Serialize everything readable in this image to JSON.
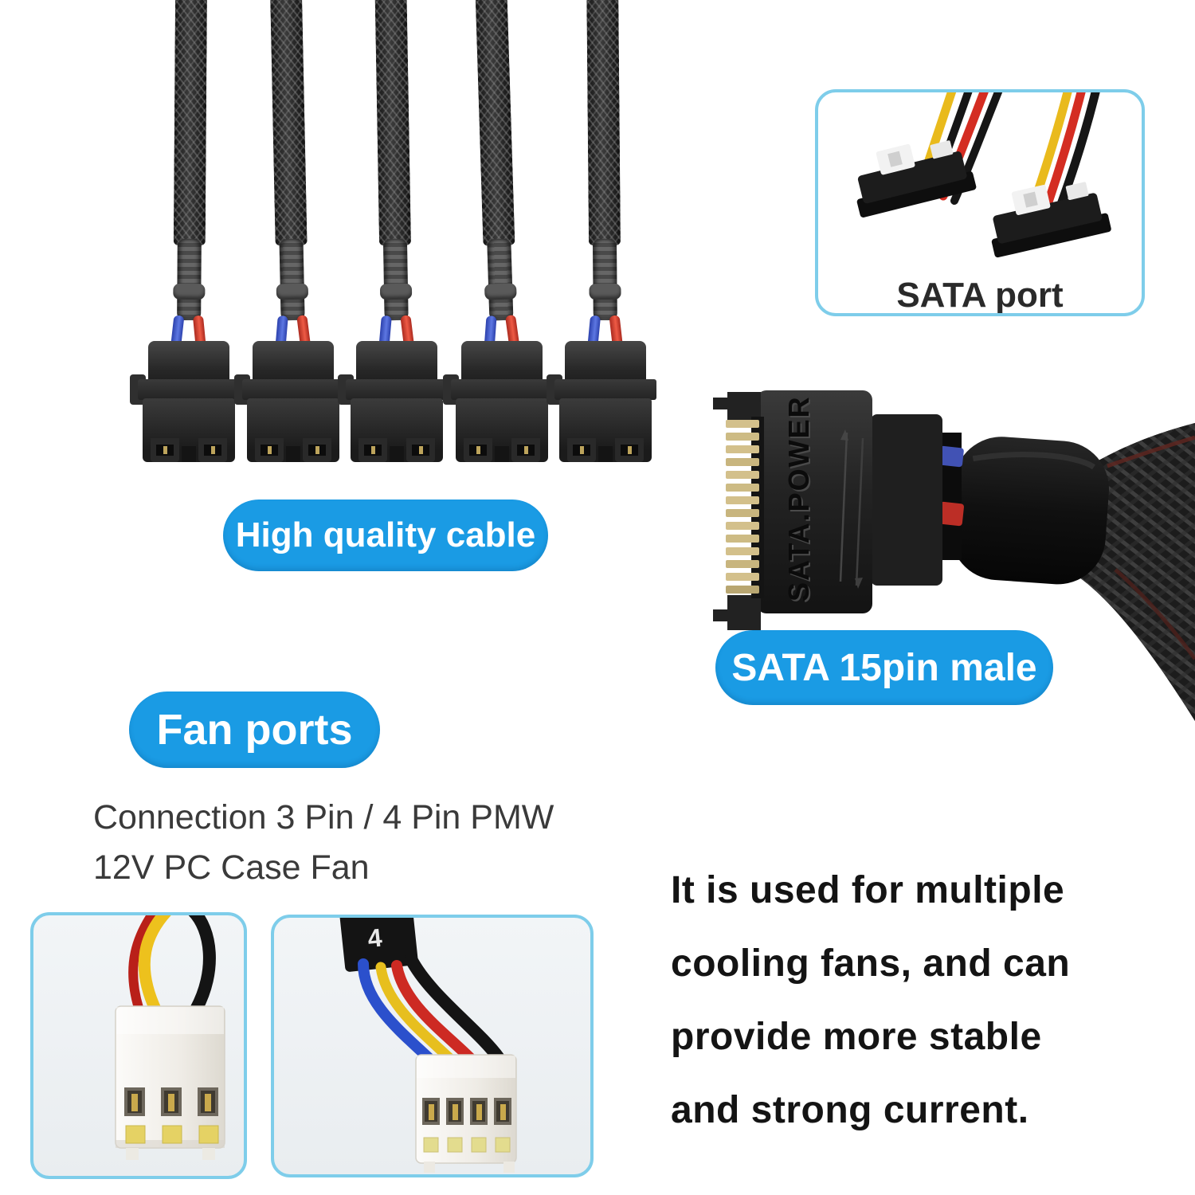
{
  "colors": {
    "accent_blue": "#1a9be4",
    "photo_border_blue": "#7ecdea",
    "background": "#ffffff",
    "body_text": "#141414",
    "secondary_text": "#3a3a3a"
  },
  "badges": {
    "high_quality_cable": "High quality cable",
    "fan_ports": "Fan ports",
    "sata_15pin_male": "SATA 15pin male"
  },
  "sata_port_box": {
    "label": "SATA port"
  },
  "fan_ports_section": {
    "description_line1": "Connection 3 Pin / 4 Pin PMW",
    "description_line2": "12V PC Case Fan"
  },
  "sata_male_connector": {
    "embossed_text": "SATA.POWER"
  },
  "fan_connector_photos": {
    "four_pin_sleeve_marking": "4"
  },
  "fan_cable_splitter": {
    "connector_count": 5
  },
  "paragraph": {
    "lines": [
      "It is used for multiple",
      "cooling fans, and can",
      "provide more stable",
      "and strong current."
    ]
  }
}
